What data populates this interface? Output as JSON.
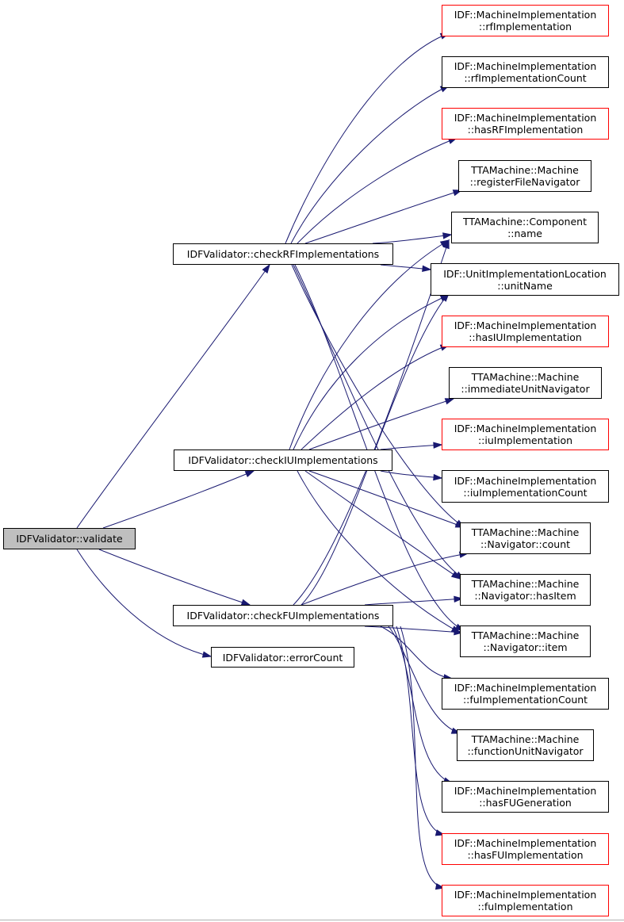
{
  "diagram": {
    "nodes": {
      "validate": {
        "lines": [
          "IDFValidator::validate"
        ]
      },
      "checkRF": {
        "lines": [
          "IDFValidator::checkRFImplementations"
        ]
      },
      "checkIU": {
        "lines": [
          "IDFValidator::checkIUImplementations"
        ]
      },
      "checkFU": {
        "lines": [
          "IDFValidator::checkFUImplementations"
        ]
      },
      "errorCount": {
        "lines": [
          "IDFValidator::errorCount"
        ]
      },
      "rfImpl": {
        "lines": [
          "IDF::MachineImplementation",
          "::rfImplementation"
        ]
      },
      "rfImplCount": {
        "lines": [
          "IDF::MachineImplementation",
          "::rfImplementationCount"
        ]
      },
      "hasRFImpl": {
        "lines": [
          "IDF::MachineImplementation",
          "::hasRFImplementation"
        ]
      },
      "regFileNav": {
        "lines": [
          "TTAMachine::Machine",
          "::registerFileNavigator"
        ]
      },
      "compName": {
        "lines": [
          "TTAMachine::Component",
          "::name"
        ]
      },
      "unitName": {
        "lines": [
          "IDF::UnitImplementationLocation",
          "::unitName"
        ]
      },
      "hasIUImpl": {
        "lines": [
          "IDF::MachineImplementation",
          "::hasIUImplementation"
        ]
      },
      "immUnitNav": {
        "lines": [
          "TTAMachine::Machine",
          "::immediateUnitNavigator"
        ]
      },
      "iuImpl": {
        "lines": [
          "IDF::MachineImplementation",
          "::iuImplementation"
        ]
      },
      "iuImplCount": {
        "lines": [
          "IDF::MachineImplementation",
          "::iuImplementationCount"
        ]
      },
      "navCount": {
        "lines": [
          "TTAMachine::Machine",
          "::Navigator::count"
        ]
      },
      "navHasItem": {
        "lines": [
          "TTAMachine::Machine",
          "::Navigator::hasItem"
        ]
      },
      "navItem": {
        "lines": [
          "TTAMachine::Machine",
          "::Navigator::item"
        ]
      },
      "fuImplCount": {
        "lines": [
          "IDF::MachineImplementation",
          "::fuImplementationCount"
        ]
      },
      "fuNav": {
        "lines": [
          "TTAMachine::Machine",
          "::functionUnitNavigator"
        ]
      },
      "hasFUGen": {
        "lines": [
          "IDF::MachineImplementation",
          "::hasFUGeneration"
        ]
      },
      "hasFUImpl": {
        "lines": [
          "IDF::MachineImplementation",
          "::hasFUImplementation"
        ]
      },
      "fuImpl": {
        "lines": [
          "IDF::MachineImplementation",
          "::fuImplementation"
        ]
      }
    },
    "colors": {
      "edge": "#191970",
      "node_border": "#000000",
      "node_border_undocumented": "#ff0000",
      "root_fill": "#bfbfbf",
      "background": "#ffffff"
    }
  }
}
